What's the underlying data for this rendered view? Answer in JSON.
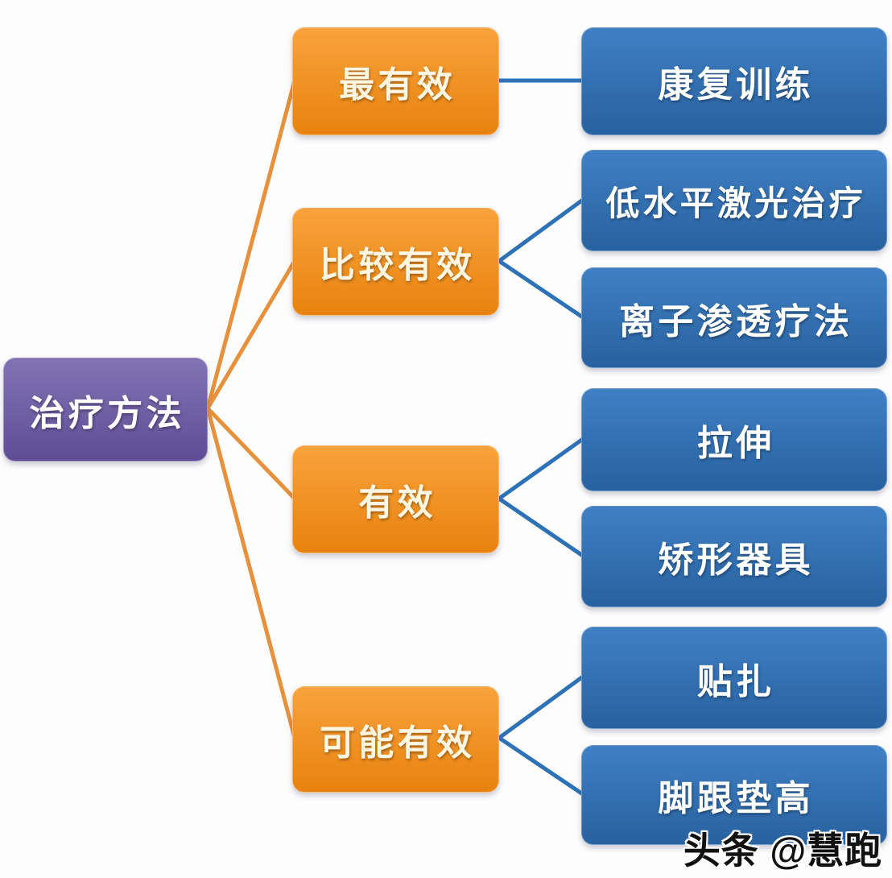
{
  "diagram": {
    "root": {
      "label": "治疗方法"
    },
    "branches": [
      {
        "label": "最有效",
        "children": [
          {
            "label": "康复训练"
          }
        ]
      },
      {
        "label": "比较有效",
        "children": [
          {
            "label": "低水平激光治疗"
          },
          {
            "label": "离子渗透疗法"
          }
        ]
      },
      {
        "label": "有效",
        "children": [
          {
            "label": "拉伸"
          },
          {
            "label": "矫形器具"
          }
        ]
      },
      {
        "label": "可能有效",
        "children": [
          {
            "label": "贴扎"
          },
          {
            "label": "脚跟垫高"
          }
        ]
      }
    ]
  },
  "watermark": {
    "text": "头条 @慧跑"
  },
  "colors": {
    "background": "#FDFDFE",
    "root_top": "#8273B4",
    "root_bottom": "#5E4D96",
    "branch_top": "#F9A33C",
    "branch_bottom": "#E8820E",
    "leaf_top": "#3F80C4",
    "leaf_bottom": "#28619F",
    "orange_line": "#E8913C",
    "blue_line": "#2E72B6",
    "text": "#FFFFFF"
  }
}
